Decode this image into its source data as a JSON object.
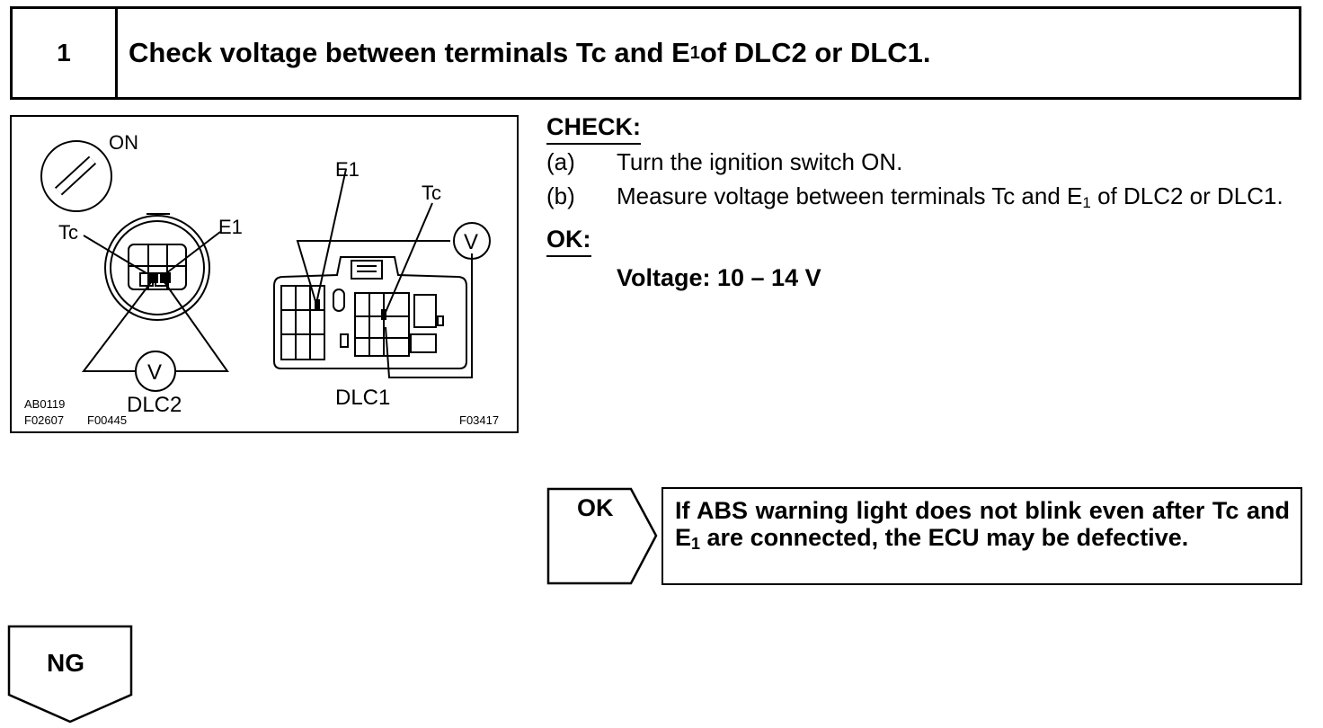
{
  "step": {
    "number": "1",
    "title_before": "Check voltage between terminals Tc and E",
    "title_sub": "1",
    "title_after": " of DLC2 or DLC1."
  },
  "figure": {
    "ignition_label": "ON",
    "dlc2_tc_label": "Tc",
    "dlc2_e1_label": "E1",
    "dlc2_meter_label": "V",
    "dlc2_label": "DLC2",
    "dlc1_e1_label": "E1",
    "dlc1_tc_label": "Tc",
    "dlc1_meter_label": "V",
    "dlc1_label": "DLC1",
    "code_ab": "AB0119",
    "code_f02607": "F02607",
    "code_f00445": "F00445",
    "code_f03417": "F03417"
  },
  "check": {
    "heading": "CHECK:",
    "a_label": "(a)",
    "a_text": "Turn the ignition switch ON.",
    "b_label": "(b)",
    "b_text_before": "Measure voltage between terminals Tc and E",
    "b_text_sub": "1",
    "b_text_after": " of DLC2 or DLC1.",
    "ok_heading": "OK:",
    "spec": "Voltage: 10 – 14 V"
  },
  "ok_result": {
    "label": "OK",
    "text_before": "If ABS warning light does not blink even after Tc and E",
    "text_sub": "1",
    "text_after": " are connected, the ECU may be defective."
  },
  "ng_result": {
    "label": "NG"
  }
}
